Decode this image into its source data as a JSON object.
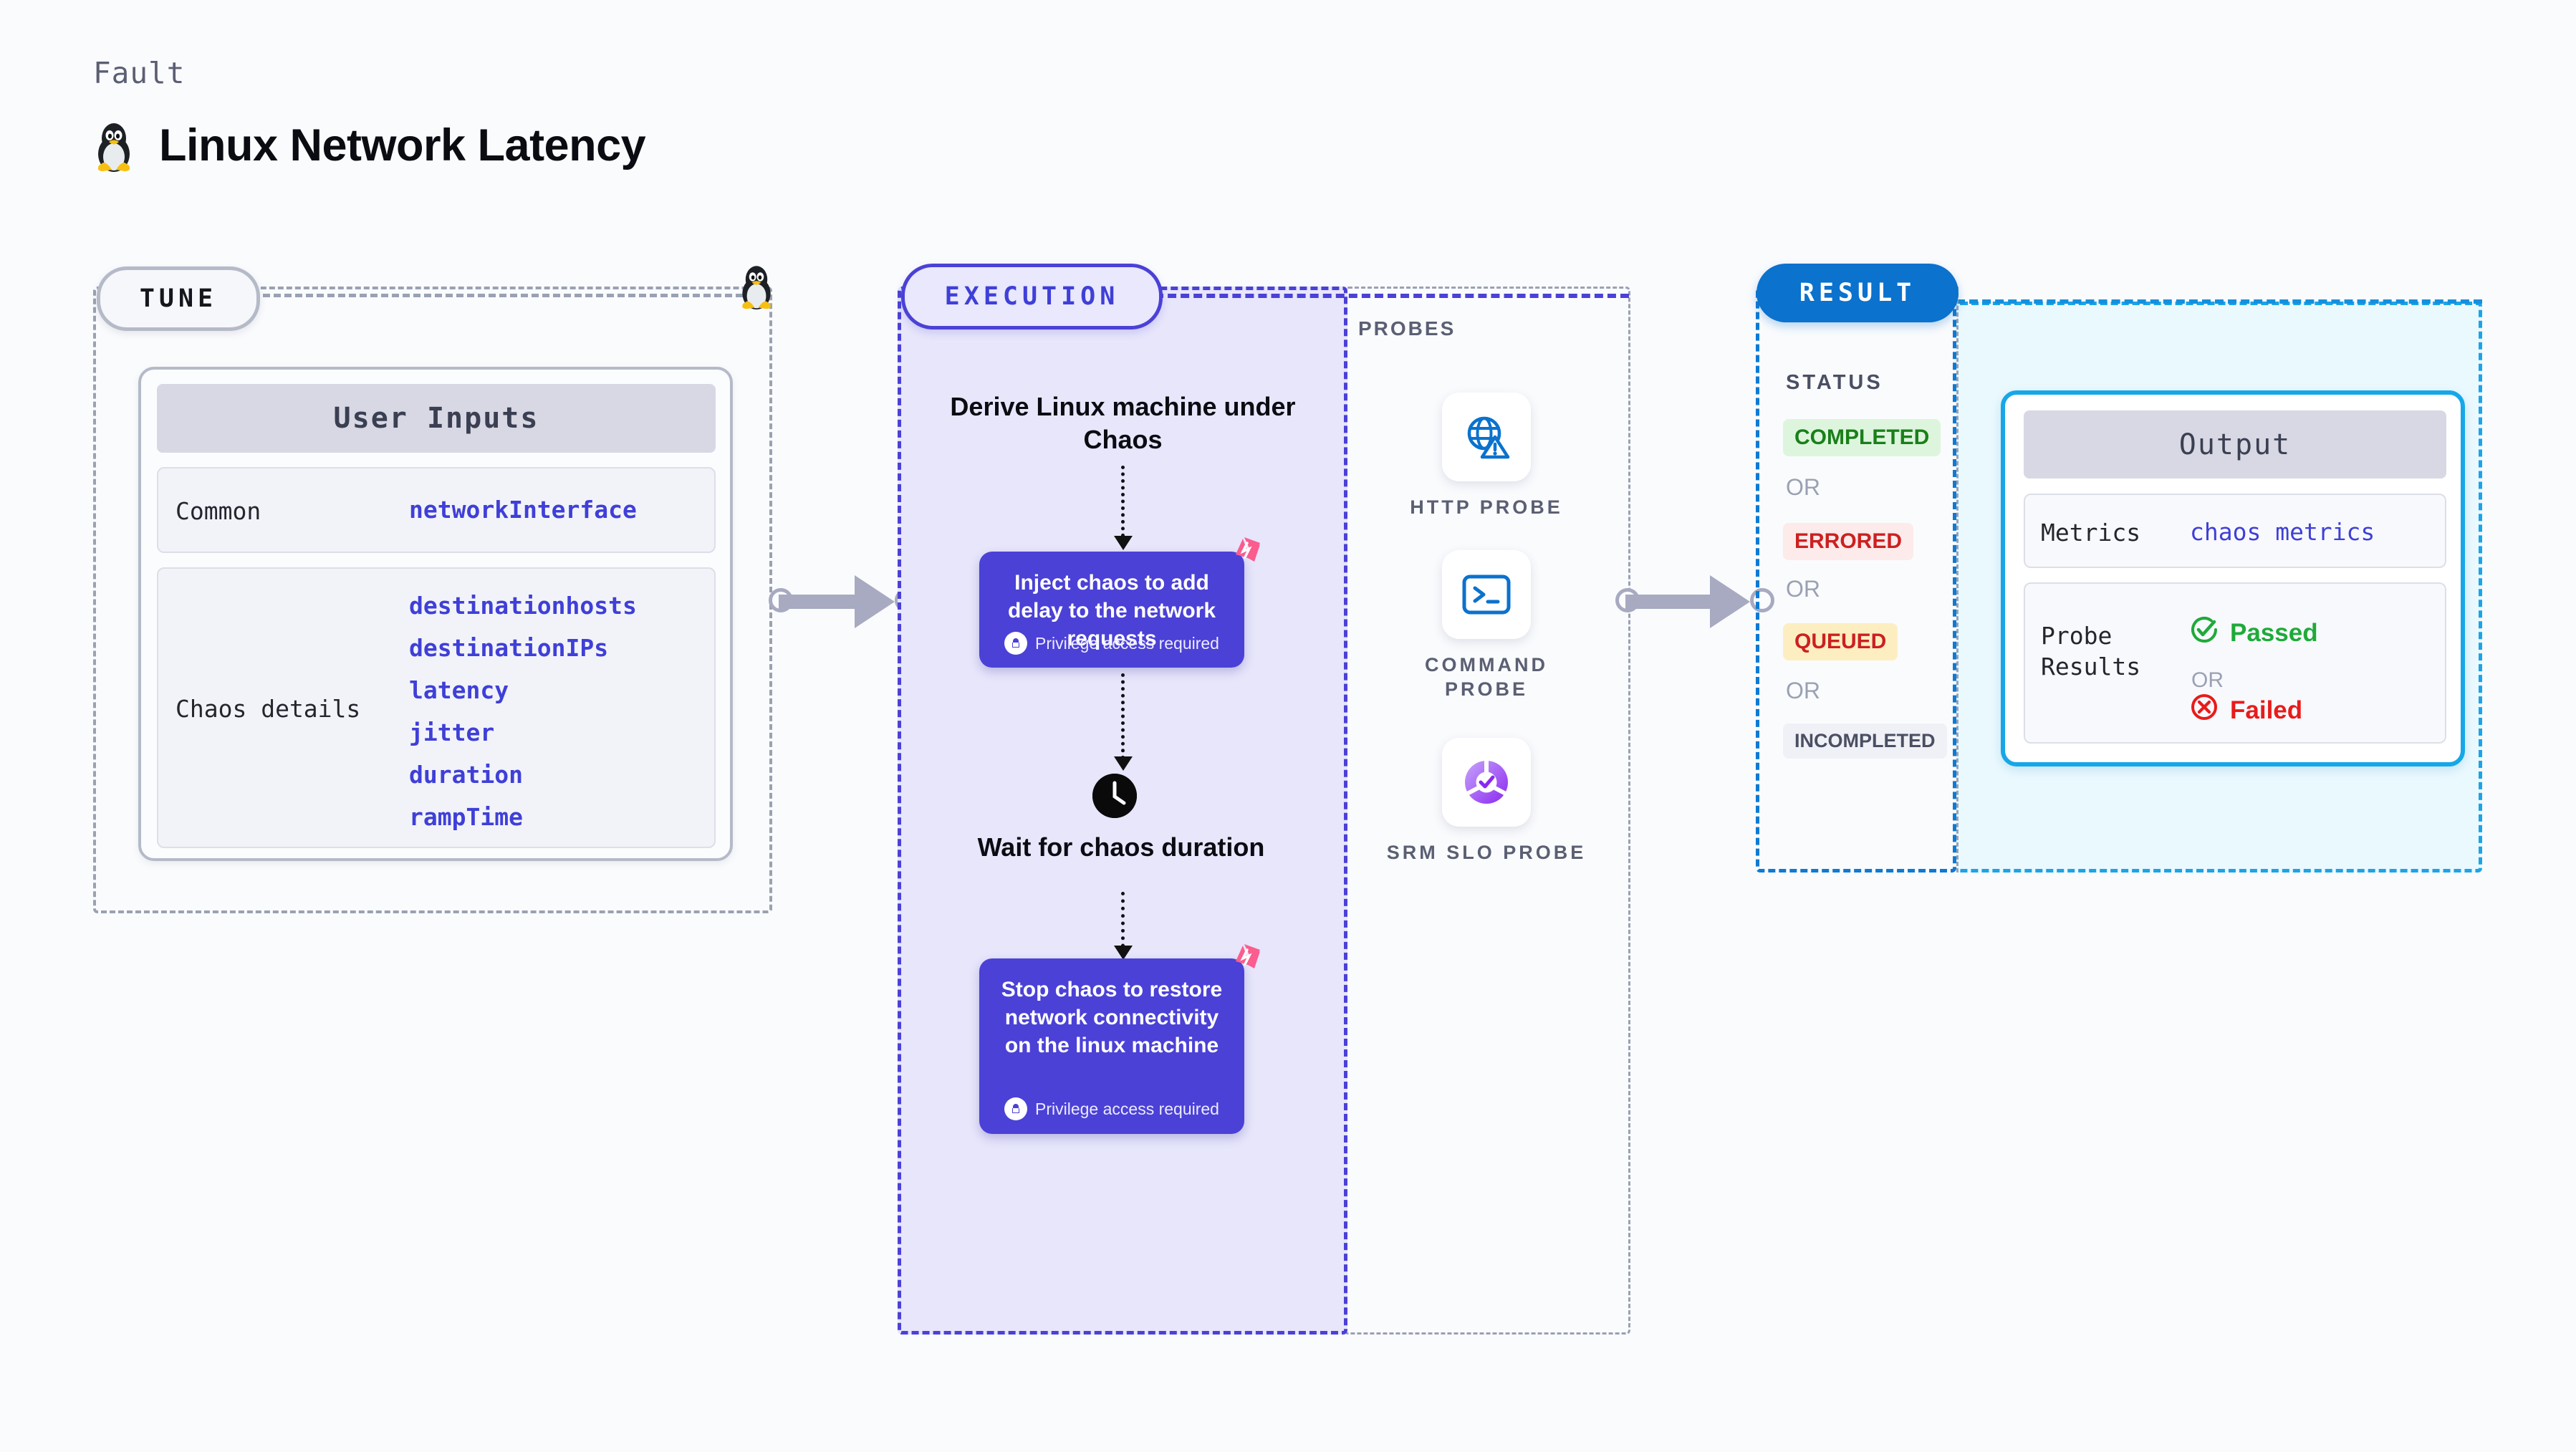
{
  "header": {
    "kicker": "Fault",
    "title": "Linux Network Latency",
    "icon": "linux-penguin-icon"
  },
  "tune": {
    "pill_label": "TUNE",
    "icon": "linux-penguin-icon",
    "card": {
      "header": "User Inputs",
      "rows": [
        {
          "label": "Common",
          "values": [
            "networkInterface"
          ]
        },
        {
          "label": "Chaos details",
          "values": [
            "destinationhosts",
            "destinationIPs",
            "latency",
            "jitter",
            "duration",
            "rampTime"
          ]
        }
      ]
    }
  },
  "execution": {
    "pill_label": "EXECUTION",
    "steps": [
      {
        "type": "text",
        "label": "Derive Linux machine under Chaos"
      },
      {
        "type": "action",
        "label": "Inject chaos to add delay to the network requests",
        "note": "Privilege access required",
        "badge": "harness-logo-icon"
      },
      {
        "type": "wait",
        "icon": "clock-icon",
        "label": "Wait for chaos duration"
      },
      {
        "type": "action",
        "label": "Stop chaos to restore network connectivity on the linux machine",
        "note": "Privilege access required",
        "badge": "harness-logo-icon"
      }
    ]
  },
  "probes": {
    "section_label": "PROBES",
    "items": [
      {
        "icon": "globe-warning-icon",
        "label": "HTTP PROBE"
      },
      {
        "icon": "terminal-prompt-icon",
        "label": "COMMAND PROBE"
      },
      {
        "icon": "slo-donut-check-icon",
        "label": "SRM SLO PROBE"
      }
    ]
  },
  "result": {
    "pill_label": "RESULT",
    "status_label": "STATUS",
    "or_label": "OR",
    "statuses": [
      {
        "label": "COMPLETED",
        "text_color": "#1a7f1a",
        "bg_color": "#ddf5dd"
      },
      {
        "label": "ERRORED",
        "text_color": "#cc2020",
        "bg_color": "#fdeaea"
      },
      {
        "label": "QUEUED",
        "text_color": "#cc2020",
        "bg_color": "#fdeec2"
      },
      {
        "label": "INCOMPLETED",
        "text_color": "#4b4f63",
        "bg_color": "#f0f1f6"
      }
    ],
    "output": {
      "header": "Output",
      "metrics_label": "Metrics",
      "metrics_value": "chaos metrics",
      "probe_results_label": "Probe\nResults",
      "passed_label": "Passed",
      "passed_icon": "check-circle-icon",
      "failed_label": "Failed",
      "failed_icon": "x-circle-icon",
      "or_label": "OR",
      "passed_color": "#1faa3a",
      "failed_color": "#e81b1b"
    }
  },
  "connectors": [
    {
      "name": "tune-to-execution"
    },
    {
      "name": "probes-to-result"
    }
  ],
  "colors": {
    "execution_accent": "#4b41d6",
    "execution_bg": "#e7e6fb",
    "result_accent": "#0b72cd",
    "output_accent": "#16a7e8",
    "tune_accent": "#9aa1b3",
    "harness_pink": "#fa5d8e",
    "param_blue": "#3f3fd8"
  }
}
